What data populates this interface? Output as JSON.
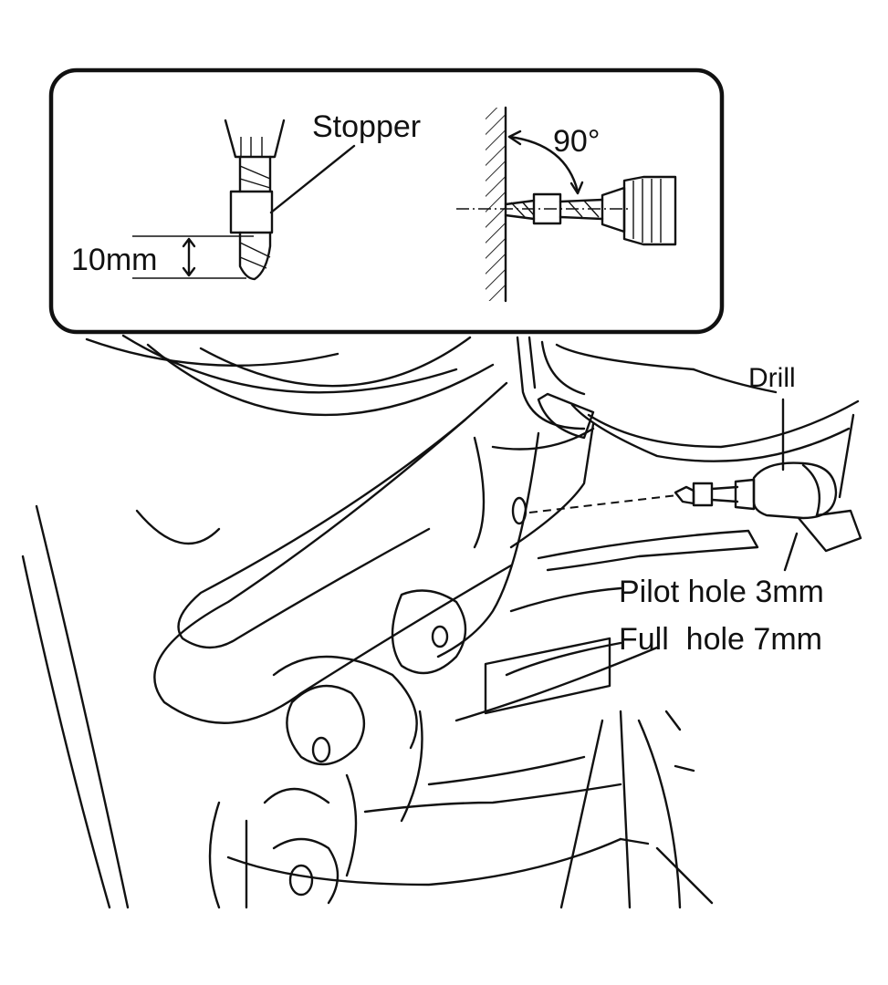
{
  "labels": {
    "stopper": "Stopper",
    "angle": "90°",
    "depth": "10mm",
    "drill": "Drill",
    "pilot_hole": "Pilot hole 3mm",
    "full_hole": "Full  hole 7mm"
  }
}
